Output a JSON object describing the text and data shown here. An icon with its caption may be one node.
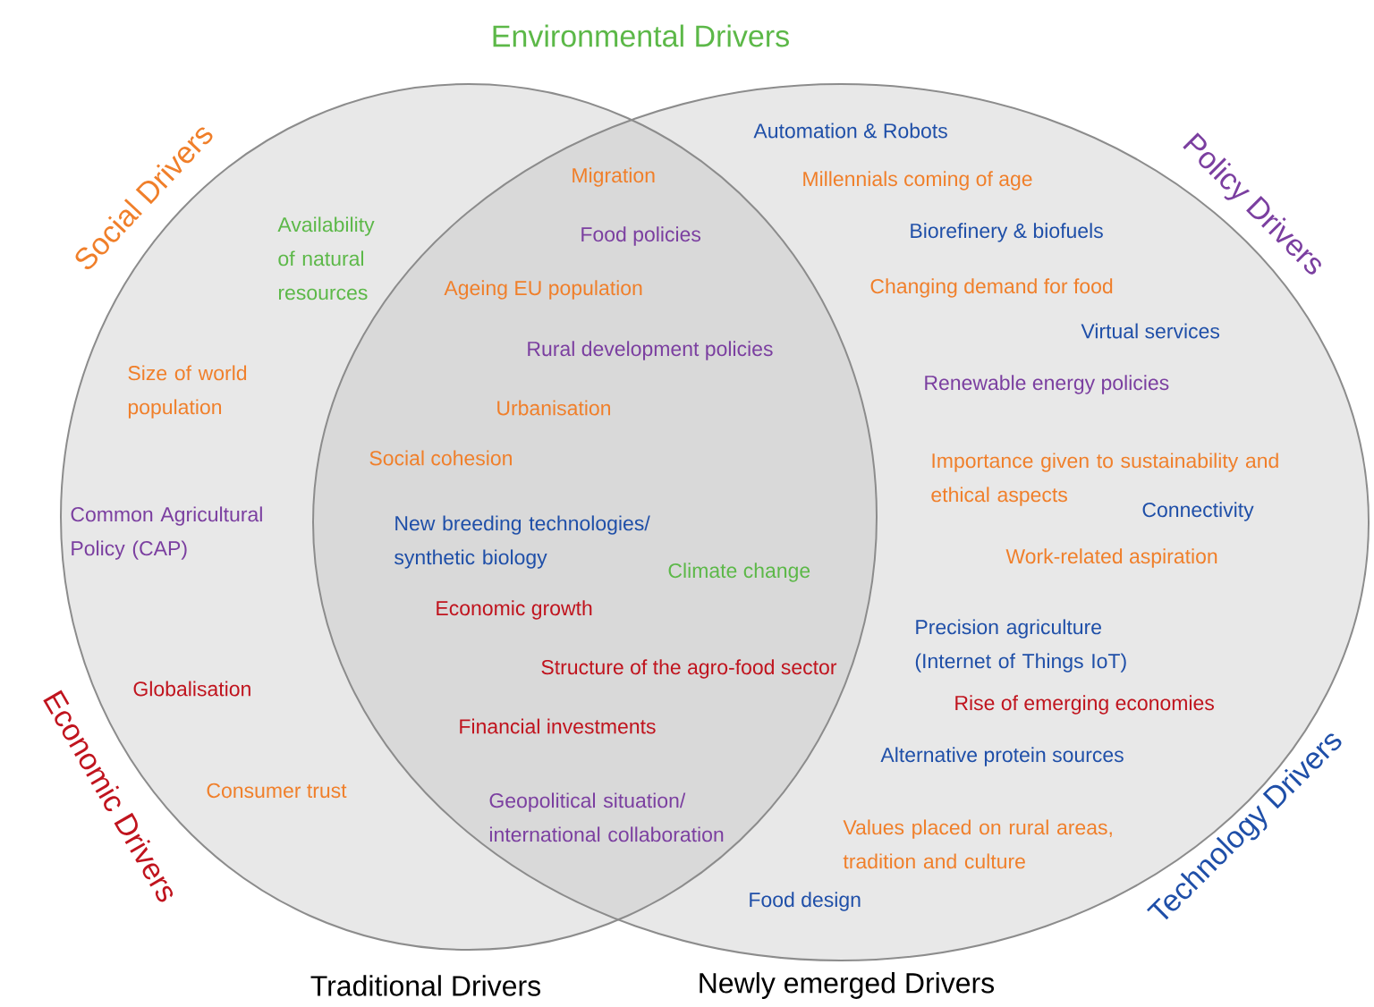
{
  "diagram": {
    "nodes": [
      {
        "text": [
          "Traditional Drivers"
        ]
      },
      {
        "text": [
          "Newly emerged Drivers"
        ]
      }
    ],
    "edges": [],
    "labels": [
      "Environmental Drivers",
      "Social Drivers",
      "Policy Drivers",
      "Automation & Robots",
      "Migration",
      "Millennials coming of age",
      "Availability of natural resources",
      "Food policies",
      "Biorefinery & biofuels",
      "Ageing EU population",
      "Changing demand for food",
      "Virtual services",
      "Rural development policies",
      "Size of world population",
      "Renewable energy policies",
      "Urbanisation",
      "Importance given to sustainability and ethical aspects",
      "Social cohesion",
      "Common Agricultural Policy (CAP)",
      "Connectivity",
      "New breeding technologies/ synthetic biology",
      "Work-related aspiration",
      "Climate change",
      "Economic growth",
      "Precision agriculture (Internet of Things IoT)",
      "Structure of the agro-food sector",
      "Globalisation",
      "Rise of emerging economies",
      "Financial investments",
      "Alternative protein sources",
      "Consumer trust",
      "Geopolitical situation/ international collaboration",
      "Economic Drivers",
      "Values placed on rural areas, tradition and culture",
      "Technology Drivers",
      "Food design"
    ]
  }
}
